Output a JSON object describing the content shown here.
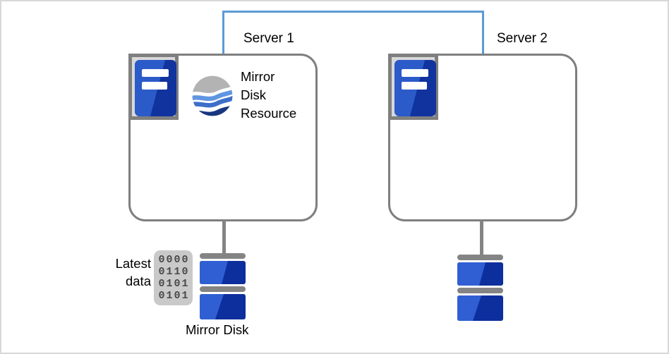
{
  "diagram": {
    "servers": [
      {
        "label": "Server 1"
      },
      {
        "label": "Server 2"
      }
    ],
    "resource": {
      "label": "Mirror\nDisk\nResource",
      "icon": "wave-globe-icon"
    },
    "latest_data": {
      "label": "Latest\ndata",
      "binary_rows": [
        "0000",
        "0110",
        "0101",
        "0101"
      ],
      "icon": "binary-data-icon"
    },
    "mirror_disk_label": "Mirror Disk",
    "icons": {
      "server": "server-tower-icon",
      "disk": "disk-stack-icon"
    },
    "colors": {
      "interconnect_blue": "#5b9bd5",
      "outline_gray": "#7f7f7f",
      "connector_gray": "#848484",
      "disk_blue_light": "#2f5fd2",
      "disk_blue_dark": "#0d2f9d",
      "plate_gray": "#d9d9d9"
    }
  }
}
